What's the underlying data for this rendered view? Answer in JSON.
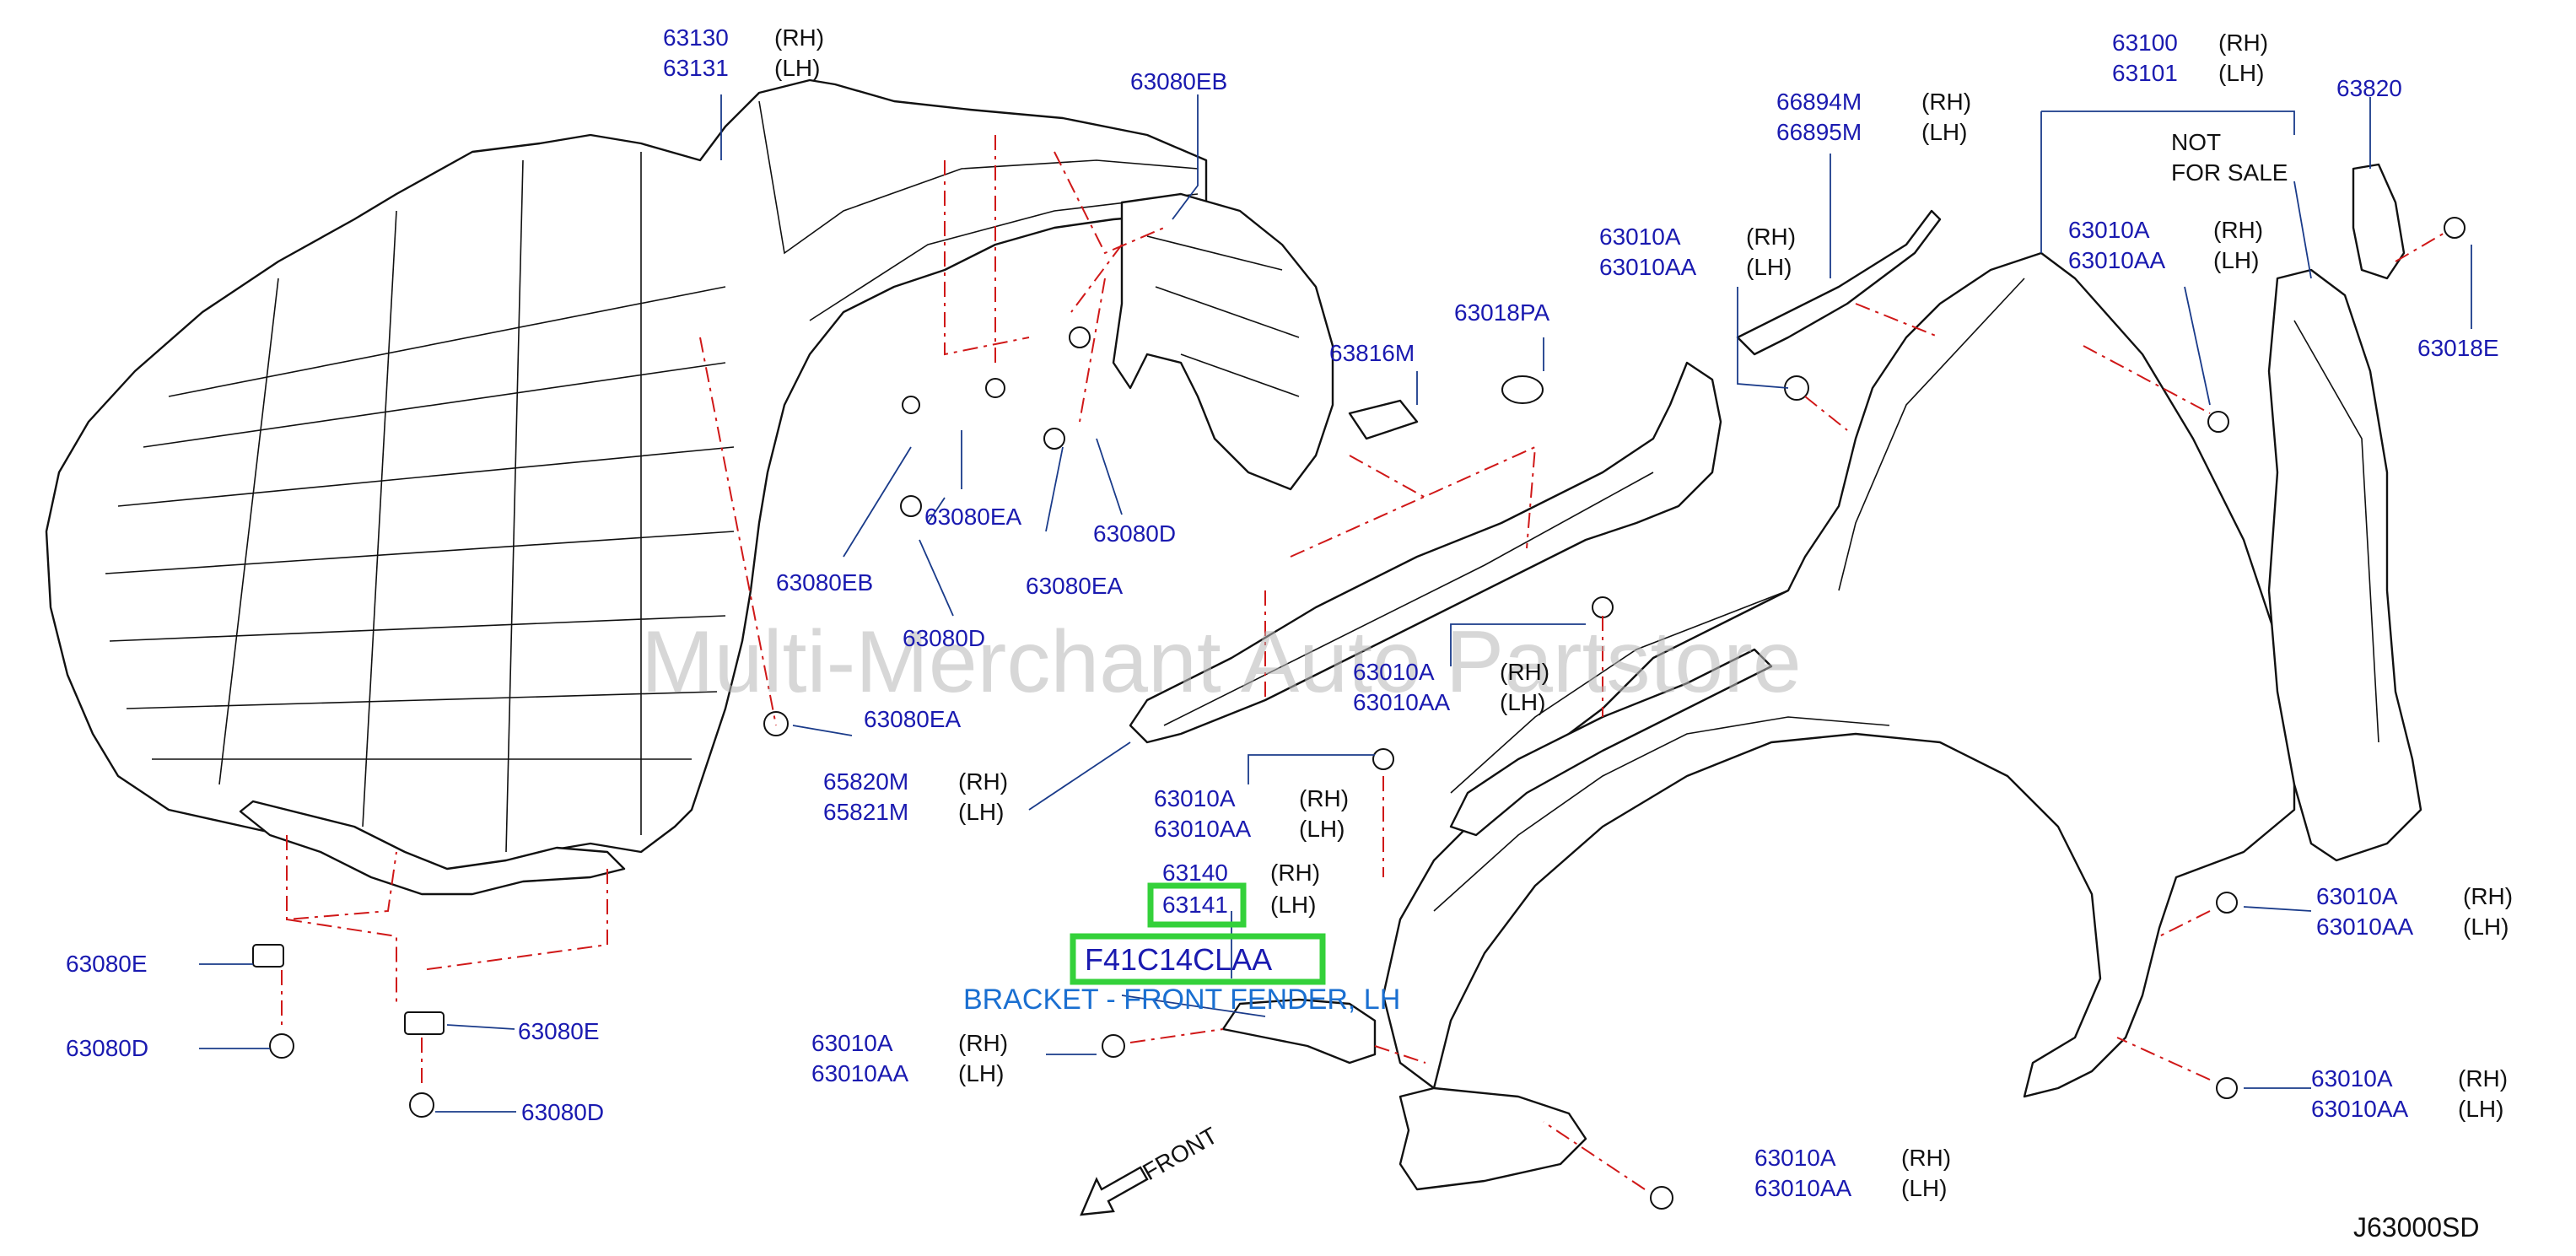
{
  "diagram": {
    "watermark": "Multi-Merchant Auto Partstore",
    "reference_code": "J63000SD",
    "direction_label": "FRONT",
    "not_for_sale_line1": "NOT",
    "not_for_sale_line2": "FOR  SALE",
    "highlighted_part": "63141",
    "highlighted_code": "F41C14CLAA",
    "highlighted_caption": "BRACKET - FRONT FENDER, LH",
    "side_rh": "(RH)",
    "side_lh": "(LH)",
    "labels": {
      "p63130": "63130",
      "p63131": "63131",
      "p63080EB_top": "63080EB",
      "p66894M": "66894M",
      "p66895M": "66895M",
      "p63100": "63100",
      "p63101": "63101",
      "p63820": "63820",
      "p63010A_1": "63010A",
      "p63010AA_1": "63010AA",
      "p63010A_2": "63010A",
      "p63010AA_2": "63010AA",
      "p63018PA": "63018PA",
      "p63816M": "63816M",
      "p63018E": "63018E",
      "p63080EA_1": "63080EA",
      "p63080D_1": "63080D",
      "p63080EB_2": "63080EB",
      "p63080EA_2": "63080EA",
      "p63080D_2": "63080D",
      "p63080EA_3": "63080EA",
      "p63010A_3": "63010A",
      "p63010AA_3": "63010AA",
      "p65820M": "65820M",
      "p65821M": "65821M",
      "p63010A_4": "63010A",
      "p63010AA_4": "63010AA",
      "p63140": "63140",
      "p63080E_1": "63080E",
      "p63080D_3": "63080D",
      "p63080E_2": "63080E",
      "p63080D_4": "63080D",
      "p63010A_5": "63010A",
      "p63010AA_5": "63010AA",
      "p63010A_6": "63010A",
      "p63010AA_6": "63010AA",
      "p63010A_7": "63010A",
      "p63010AA_7": "63010AA",
      "p63010A_8": "63010A",
      "p63010AA_8": "63010AA"
    }
  }
}
